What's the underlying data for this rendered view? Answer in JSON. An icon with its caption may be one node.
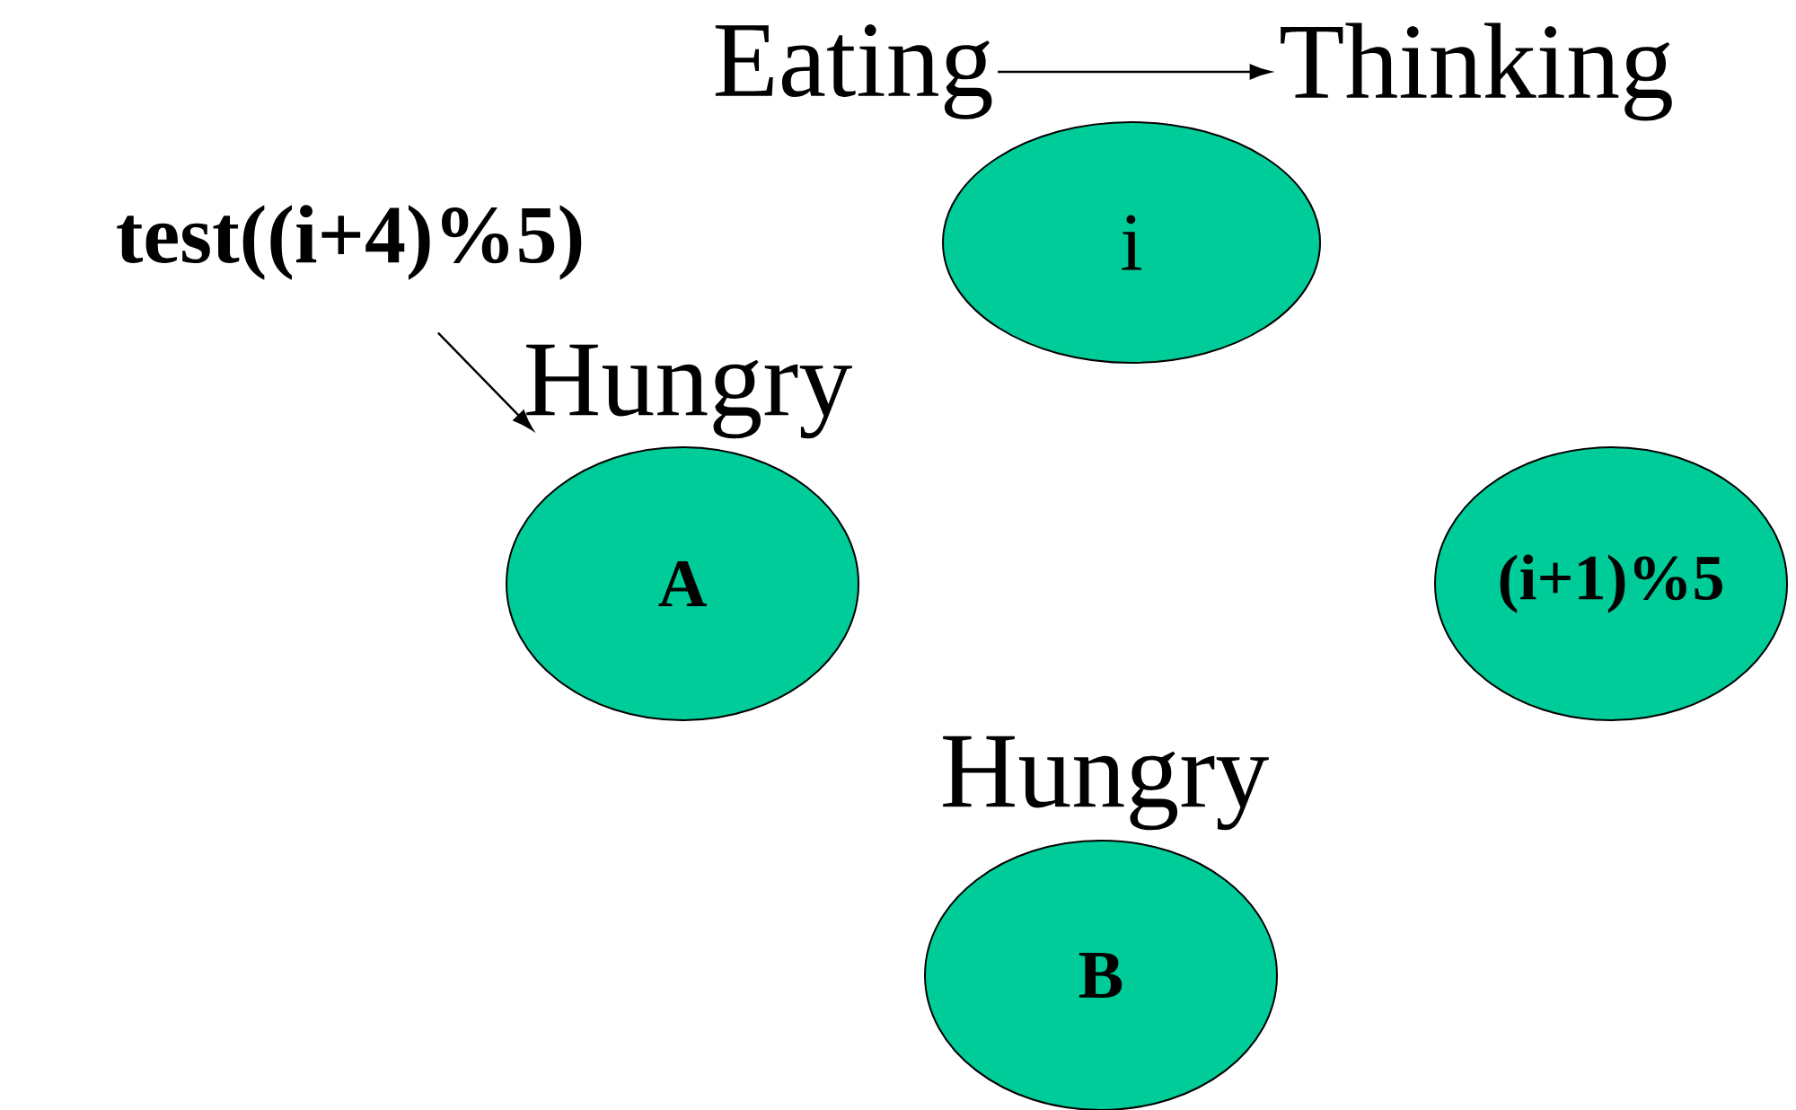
{
  "diagram": {
    "nodes": [
      {
        "text": [
          "Eating"
        ]
      },
      {
        "text": [
          "Thinking"
        ]
      },
      {
        "text": [
          "i"
        ]
      },
      {
        "text": [
          "test((i+4)%5)"
        ]
      },
      {
        "text": [
          "A"
        ],
        "beside": [
          "Hungry"
        ]
      },
      {
        "text": [
          "(i+1)%5"
        ]
      },
      {
        "text": [
          "B"
        ],
        "beside": [
          "Hungry"
        ]
      }
    ],
    "edges": [
      {
        "from": 0,
        "to": 1,
        "arrow": "to"
      },
      {
        "from": 3,
        "to": 4,
        "arrow": "to"
      }
    ]
  }
}
